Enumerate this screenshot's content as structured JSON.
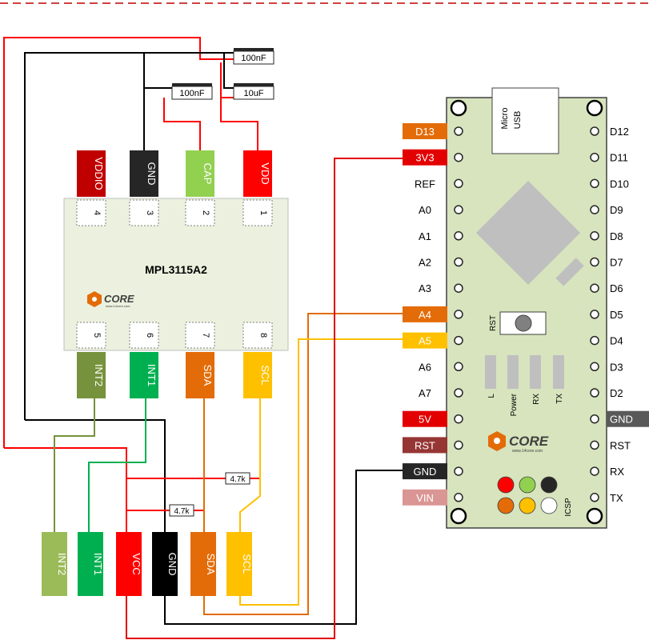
{
  "sensor": {
    "name": "MPL3115A2",
    "logo_text": "CORE",
    "logo_url": "www.14core.com",
    "top_pins": [
      {
        "label": "VDDIO",
        "num": "4",
        "color": "#c00000"
      },
      {
        "label": "GND",
        "num": "3",
        "color": "#262626"
      },
      {
        "label": "CAP",
        "num": "2",
        "color": "#92d050"
      },
      {
        "label": "VDD",
        "num": "1",
        "color": "#ff0000"
      }
    ],
    "bottom_pins": [
      {
        "label": "INT2",
        "num": "5",
        "color": "#76923c"
      },
      {
        "label": "INT1",
        "num": "6",
        "color": "#00b050"
      },
      {
        "label": "SDA",
        "num": "7",
        "color": "#e36c09"
      },
      {
        "label": "SCL",
        "num": "8",
        "color": "#ffc000"
      }
    ]
  },
  "capacitors": {
    "c1": "100nF",
    "c2": "100nF",
    "c3": "10uF"
  },
  "resistors": {
    "r1": "4.7k",
    "r2": "4.7k"
  },
  "header_pins": [
    {
      "label": "INT2",
      "color": "#9bbb59"
    },
    {
      "label": "INT1",
      "color": "#00b050"
    },
    {
      "label": "VCC",
      "color": "#ff0000"
    },
    {
      "label": "GND",
      "color": "#000000"
    },
    {
      "label": "SDA",
      "color": "#e36c09"
    },
    {
      "label": "SCL",
      "color": "#ffc000"
    }
  ],
  "board": {
    "usb_label_1": "Micro",
    "usb_label_2": "USB",
    "rst_button_label": "RST",
    "led_labels": [
      "L",
      "Power",
      "RX",
      "TX"
    ],
    "icsp_label": "ICSP",
    "logo_text": "CORE",
    "logo_url": "www.14core.com",
    "left_pins": [
      "D13",
      "3V3",
      "REF",
      "A0",
      "A1",
      "A2",
      "A3",
      "A4",
      "A5",
      "A6",
      "A7",
      "5V",
      "RST",
      "GND",
      "VIN"
    ],
    "right_pins": [
      "D12",
      "D11",
      "D10",
      "D9",
      "D8",
      "D7",
      "D6",
      "D5",
      "D4",
      "D3",
      "D2",
      "GND",
      "RST",
      "RX",
      "TX"
    ],
    "highlighted_left": {
      "D13": "#e36c09",
      "3V3": "#e30000",
      "A4": "#e36c09",
      "A5": "#ffc000",
      "5V": "#e30000",
      "RST": "#963634",
      "GND": "#262626",
      "VIN": "#da9694"
    },
    "highlighted_right": {
      "GND": "#595959"
    }
  }
}
